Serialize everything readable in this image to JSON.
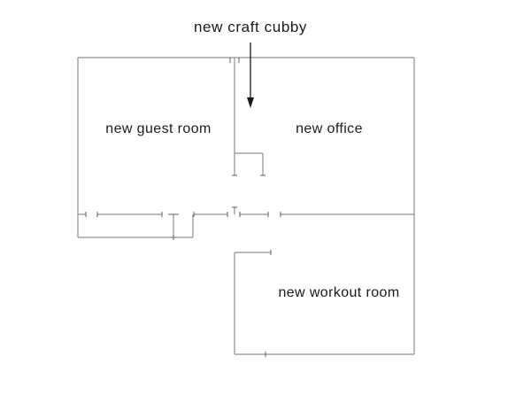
{
  "annotation": {
    "label": "new craft cubby"
  },
  "rooms": {
    "guest": {
      "label": "new guest room"
    },
    "office": {
      "label": "new office"
    },
    "workout": {
      "label": "new workout room"
    }
  },
  "colors": {
    "wall": "#8f8f8f",
    "tick": "#6b6b6b",
    "text": "#1b1b1b",
    "arrow": "#1a1a1a",
    "background": "#ffffff"
  }
}
